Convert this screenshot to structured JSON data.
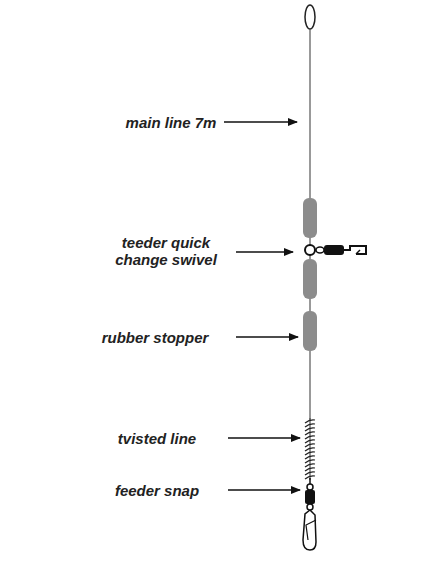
{
  "diagram": {
    "labels": [
      "main line 7m",
      "teeder quick change swivel",
      "rubber stopper",
      "tvisted line",
      "feeder snap"
    ]
  }
}
